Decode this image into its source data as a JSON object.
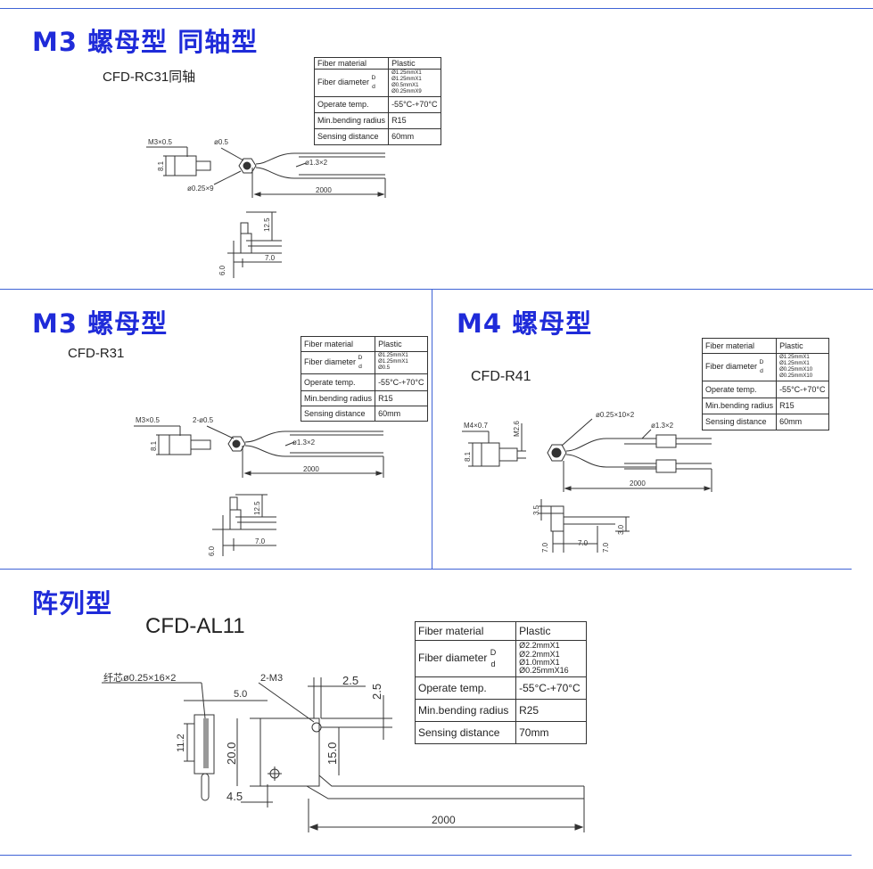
{
  "sections": [
    {
      "title": "M3 螺母型 同轴型",
      "model": "CFD-RC31同轴",
      "spec": {
        "material_label": "Fiber material",
        "material_value": "Plastic",
        "diameter_label": "Fiber diameter",
        "diameter_keys": [
          "D",
          "d"
        ],
        "diameter_values": [
          "Ø1.25mmX1",
          "Ø1.25mmX1",
          "Ø0.5mmX1",
          "Ø0.25mmX9"
        ],
        "temp_label": "Operate temp.",
        "temp_value": "-55°C-+70°C",
        "bend_label": "Min.bending radius",
        "bend_value": "R15",
        "dist_label": "Sensing distance",
        "dist_value": "60mm"
      },
      "drawing": {
        "thread": "M3×0.5",
        "hex": "8.1",
        "core": "ø0.5",
        "fiber": "ø1.3×2",
        "cores": "ø0.25×9",
        "length": "2000",
        "height": "12.5",
        "width": "7.0",
        "base": "6.0"
      }
    },
    {
      "title": "M3 螺母型",
      "model": "CFD-R31",
      "spec": {
        "material_label": "Fiber material",
        "material_value": "Plastic",
        "diameter_label": "Fiber diameter",
        "diameter_keys": [
          "D",
          "d"
        ],
        "diameter_values": [
          "Ø1.25mmX1",
          "Ø1.25mmX1",
          "Ø0.5"
        ],
        "temp_label": "Operate temp.",
        "temp_value": "-55°C-+70°C",
        "bend_label": "Min.bending radius",
        "bend_value": "R15",
        "dist_label": "Sensing distance",
        "dist_value": "60mm"
      },
      "drawing": {
        "thread": "M3×0.5",
        "hex": "8.1",
        "core": "2-ø0.5",
        "fiber": "ø1.3×2",
        "length": "2000",
        "height": "12.5",
        "width": "7.0",
        "base": "6.0"
      }
    },
    {
      "title": "M4 螺母型",
      "model": "CFD-R41",
      "spec": {
        "material_label": "Fiber material",
        "material_value": "Plastic",
        "diameter_label": "Fiber diameter",
        "diameter_keys": [
          "D",
          "d"
        ],
        "diameter_values": [
          "Ø1.25mmX1",
          "Ø1.25mmX1",
          "Ø0.25mmX10",
          "Ø0.25mmX10"
        ],
        "temp_label": "Operate temp.",
        "temp_value": "-55°C-+70°C",
        "bend_label": "Min.bending radius",
        "bend_value": "R15",
        "dist_label": "Sensing distance",
        "dist_value": "60mm"
      },
      "drawing": {
        "thread": "M4×0.7",
        "m26": "M2.6",
        "hex": "8.1",
        "cores": "ø0.25×10×2",
        "fiber": "ø1.3×2",
        "length": "2000",
        "height": "3.5",
        "base": "7.0",
        "width": "7.0",
        "side": "3.0"
      }
    },
    {
      "title": "阵列型",
      "model": "CFD-AL11",
      "spec": {
        "material_label": "Fiber material",
        "material_value": "Plastic",
        "diameter_label": "Fiber diameter",
        "diameter_keys": [
          "D",
          "d"
        ],
        "diameter_values": [
          "Ø2.2mmX1",
          "Ø2.2mmX1",
          "Ø1.0mmX1",
          "Ø0.25mmX16"
        ],
        "temp_label": "Operate temp.",
        "temp_value": "-55°C-+70°C",
        "bend_label": "Min.bending radius",
        "bend_value": "R25",
        "dist_label": "Sensing distance",
        "dist_value": "70mm"
      },
      "drawing": {
        "cores": "纤芯ø0.25×16×2",
        "holes": "2-M3",
        "d25a": "2.5",
        "d25b": "2.5",
        "d50": "5.0",
        "d112": "11.2",
        "d200": "20.0",
        "d150": "15.0",
        "d45": "4.5",
        "length": "2000"
      }
    }
  ]
}
